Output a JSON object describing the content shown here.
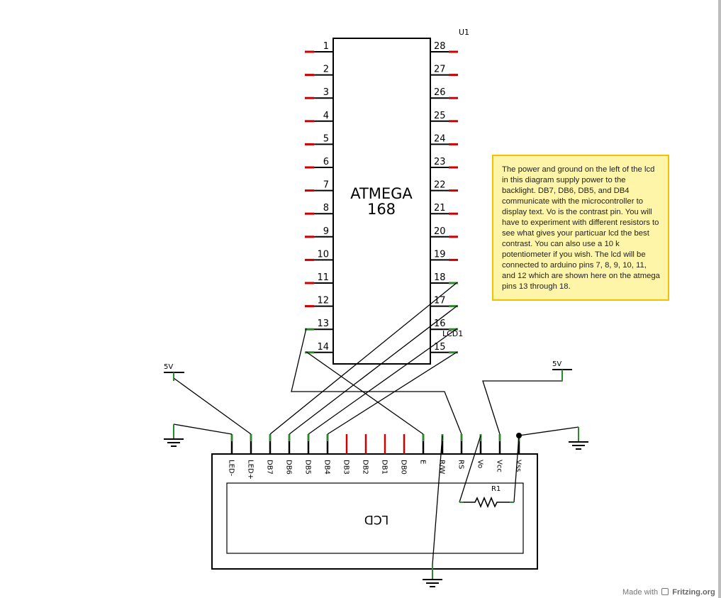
{
  "chip": {
    "ref": "U1",
    "name_line1": "ATMEGA",
    "name_line2": "168",
    "left_pins": [
      "1",
      "2",
      "3",
      "4",
      "5",
      "6",
      "7",
      "8",
      "9",
      "10",
      "11",
      "12",
      "13",
      "14"
    ],
    "right_pins": [
      "28",
      "27",
      "26",
      "25",
      "24",
      "23",
      "22",
      "21",
      "20",
      "19",
      "18",
      "17",
      "16",
      "15"
    ]
  },
  "lcd": {
    "ref": "LCD1",
    "body_label": "LCD",
    "pins": [
      "LED-",
      "LED+",
      "DB7",
      "DB6",
      "DB5",
      "DB4",
      "DB3",
      "DB2",
      "DB1",
      "DB0",
      "E",
      "R/W",
      "RS",
      "Vo",
      "Vcc",
      "Vss"
    ]
  },
  "resistor": {
    "ref": "R1"
  },
  "power": {
    "left_label": "5V",
    "right_label": "5V"
  },
  "note": {
    "text": "The power and ground on the left of the lcd in this diagram supply power to the backlight. DB7, DB6, DB5, and DB4 communicate with the microcontroller to display text. Vo is the contrast pin. You will have to experiment with different resistors to see what gives your particuar lcd the best contrast. You can also use a 10 k potentiometer if you wish. The lcd will be connected to arduino pins 7, 8, 9, 10, 11, and 12 which are shown here on the atmega pins 13 through 18."
  },
  "credit": {
    "prefix": "Made with",
    "brand": "Fritzing.org"
  },
  "colors": {
    "pin_unconnected": "#cc0000",
    "pin_connected": "#2a8a2a",
    "wire": "#000000",
    "note_fill": "#fff5a8",
    "note_border": "#f2c200"
  }
}
